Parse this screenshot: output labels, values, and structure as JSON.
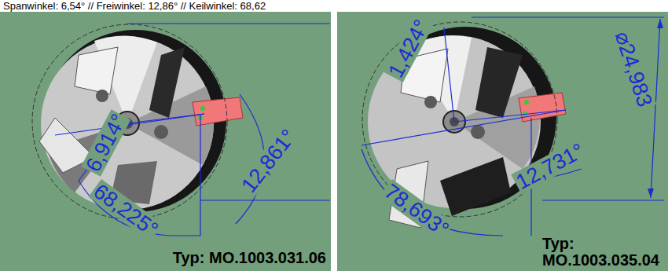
{
  "diagram": {
    "labels": [
      "Spanwinkel: 6,54° // Freiwinkel: 12,86° // Keilwinkel: 68,62",
      "6,914°",
      "12,861°",
      "68,225°",
      "Typ: MO.1003.031.06",
      "1,424°",
      "⌀24,983",
      "12,731°",
      "78,693°",
      "Typ: MO.1003.035.04"
    ]
  }
}
